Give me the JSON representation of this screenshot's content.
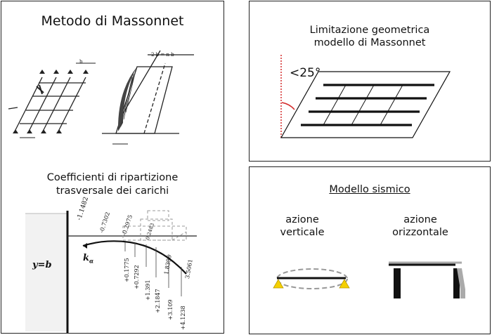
{
  "left_panel": {
    "title": "Metodo di Massonnet",
    "subtitle_line1": "Coefficienti di ripartizione",
    "subtitle_line2": "trasversale dei carichi",
    "scan_labels": {
      "y_eq_b": "y=b",
      "k_alpha": "k",
      "k_sub": "α",
      "top_span": "2 b = n b",
      "b1": "b",
      "vals_left": [
        "-1.1482",
        "-0.7302",
        "-0.2975",
        "0.2483"
      ],
      "vals_right": [
        "+0.1775",
        "+0.7292",
        "+1.391",
        "+2.1847",
        "+3.109",
        "+4.1238"
      ],
      "vals_mid": [
        "1.8396",
        "3.5061"
      ]
    }
  },
  "top_right": {
    "title_line1": "Limitazione geometrica",
    "title_line2": "modello di Massonnet",
    "angle_label": "<25°",
    "colors": {
      "accent": "#d42a2a"
    }
  },
  "bottom_right": {
    "title": "Modello sismico",
    "left_label_line1": "azione",
    "left_label_line2": "verticale",
    "right_label_line1": "azione",
    "right_label_line2": "orizzontale",
    "colors": {
      "support": "#f5d000",
      "dashed": "#999999"
    }
  }
}
